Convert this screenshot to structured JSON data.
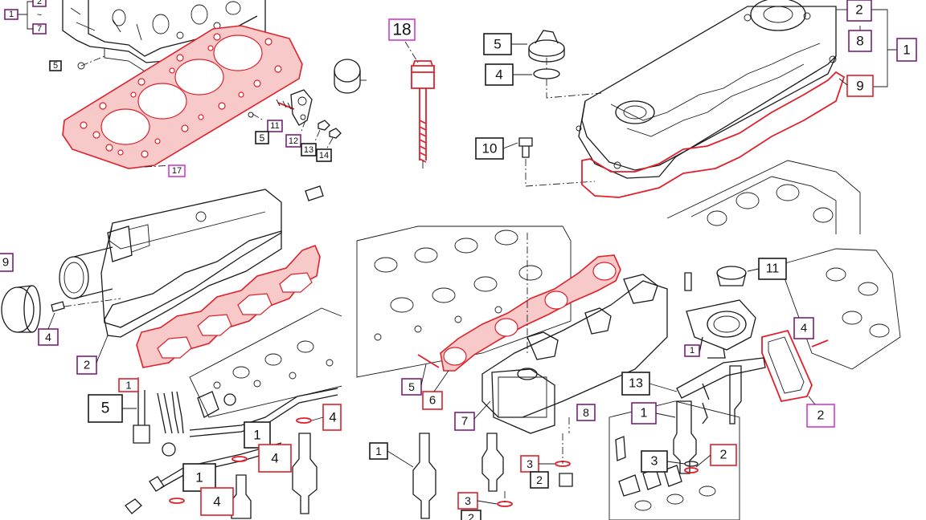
{
  "colors": {
    "black_label": "#1a1a1a",
    "red_label": "#e0202a",
    "purple_label": "#7a1f7a",
    "magenta_label": "#d23ad2",
    "highlight_part": "#e0202a"
  },
  "panels": {
    "cylinder_head_gasket": {
      "labels": [
        "2",
        "7",
        "1",
        "5",
        "11",
        "5",
        "12",
        "13",
        "14",
        "17"
      ],
      "separator": "~"
    },
    "head_bolt": {
      "labels": [
        "18"
      ]
    },
    "valve_cover": {
      "labels": [
        "5",
        "4",
        "10",
        "2",
        "8",
        "1",
        "9"
      ]
    },
    "intake_manifold": {
      "labels": [
        "9",
        "4",
        "2",
        "1"
      ]
    },
    "injector_lines": {
      "labels": [
        "5",
        "1",
        "4",
        "1",
        "4",
        "4"
      ]
    },
    "exhaust_manifold": {
      "labels": [
        "5",
        "6",
        "7",
        "8",
        "1",
        "3",
        "2",
        "3",
        "2"
      ]
    },
    "thermostat_injector": {
      "labels": [
        "11",
        "1",
        "4",
        "13",
        "1",
        "2",
        "3",
        "2"
      ]
    }
  }
}
